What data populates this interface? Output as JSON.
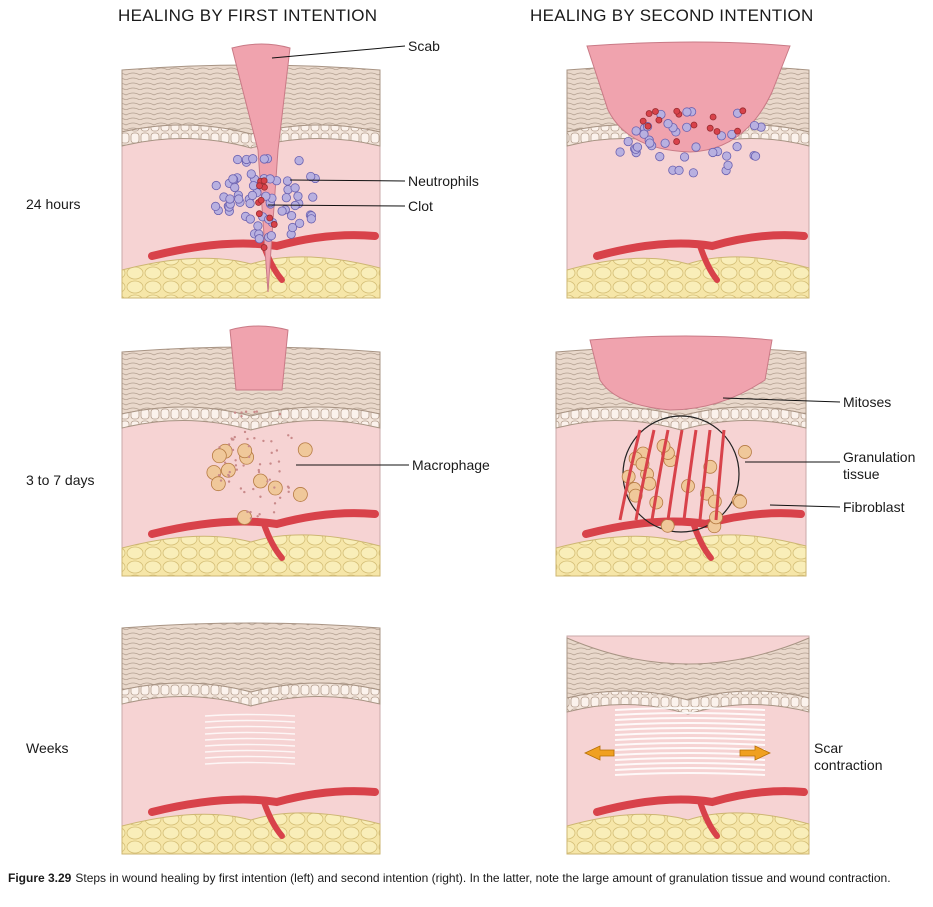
{
  "headers": {
    "first": "HEALING BY FIRST INTENTION",
    "second": "HEALING BY SECOND INTENTION"
  },
  "rows": [
    "24 hours",
    "3 to 7 days",
    "Weeks"
  ],
  "callouts": {
    "scab": "Scab",
    "neutrophils": "Neutrophils",
    "clot": "Clot",
    "macrophage": "Macrophage",
    "mitoses": "Mitoses",
    "granulation_l1": "Granulation",
    "granulation_l2": "tissue",
    "fibroblast": "Fibroblast",
    "scar_l1": "Scar",
    "scar_l2": "contraction"
  },
  "caption": {
    "figure": "Figure 3.29",
    "text": "Steps in wound healing by first intention (left) and second intention (right). In the latter, note the large amount of granulation tissue and wound contraction."
  },
  "colors": {
    "dermis": "#f6d3d3",
    "epidermis": "#e9d8cb",
    "fat": "#f6e6a8",
    "scab": "#f0a3ae",
    "vessel": "#d8424a",
    "neutrophil": "#b8b0e0",
    "macrophage": "#f0c89a",
    "arrow": "#f0a020"
  }
}
